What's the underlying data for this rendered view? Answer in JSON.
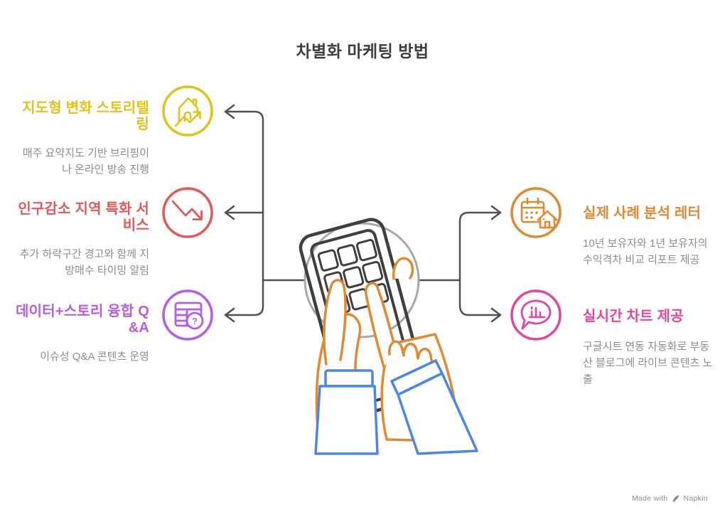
{
  "title": "차별화 마케팅 방법",
  "left_items": [
    {
      "title": "지도형 변화 스토리텔링",
      "description": "매주 요약지도 기반 브리핑이나 온라인 방송 진행",
      "color": "#e2c31b",
      "icon": "house-trend-icon"
    },
    {
      "title": "인구감소 지역 특화 서비스",
      "description": "추가 하락구간 경고와 함께 지방매수 타이밍 알림",
      "color": "#e15a5a",
      "icon": "decline-arrow-icon"
    },
    {
      "title": "데이터+스토리 융합 Q&A",
      "description": "이슈성 Q&A 콘텐츠 운영",
      "color": "#b35fe3",
      "icon": "table-question-icon"
    }
  ],
  "right_items": [
    {
      "title": "실제 사례 분석 레터",
      "description": "10년 보유자와 1년 보유자의 수익격차 비교 리포트 제공",
      "color": "#df8a32",
      "icon": "calendar-house-icon"
    },
    {
      "title": "실시간 차트 제공",
      "description": "구글시트 연동 자동화로 부동산 블로그에 라이브 콘텐츠 노출",
      "color": "#e0489e",
      "icon": "chat-chart-icon"
    }
  ],
  "footer": {
    "made_with": "Made with",
    "brand": "Napkin"
  },
  "colors": {
    "title_text": "#3e3e3e",
    "description_text": "#8d8d8d",
    "connector": "#515151",
    "center_circle": "#a7a7a7",
    "device": "#3f3f3f",
    "hands": "#e08a33",
    "sleeves": "#4c86e8",
    "footer_text": "#8b8b8b"
  }
}
